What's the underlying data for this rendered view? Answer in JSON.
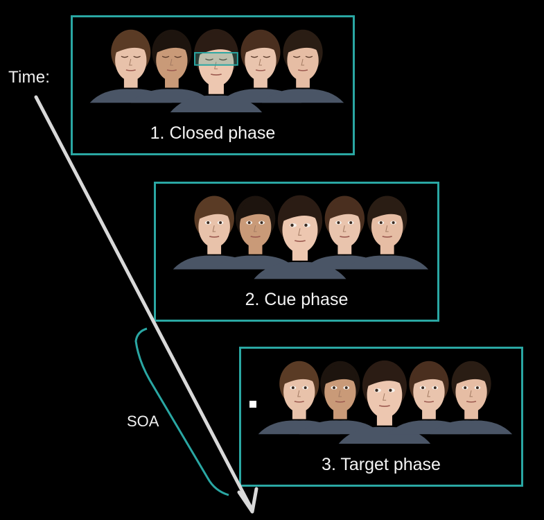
{
  "time_label": "Time:",
  "soa_label": "SOA",
  "panels": [
    {
      "caption": "1. Closed phase",
      "eyes": "closed",
      "highlight_eyes": true
    },
    {
      "caption": "2. Cue phase",
      "eyes": "open",
      "highlight_eyes": false
    },
    {
      "caption": "3. Target phase",
      "eyes": "open",
      "highlight_eyes": false,
      "fixation_square": true
    }
  ],
  "colors": {
    "background": "#000000",
    "panel_border": "#2aa7a3",
    "arrow": "#d9d9d9",
    "bracket": "#2aa7a3",
    "text": "#f0f0f0"
  },
  "faces_per_panel": 5
}
